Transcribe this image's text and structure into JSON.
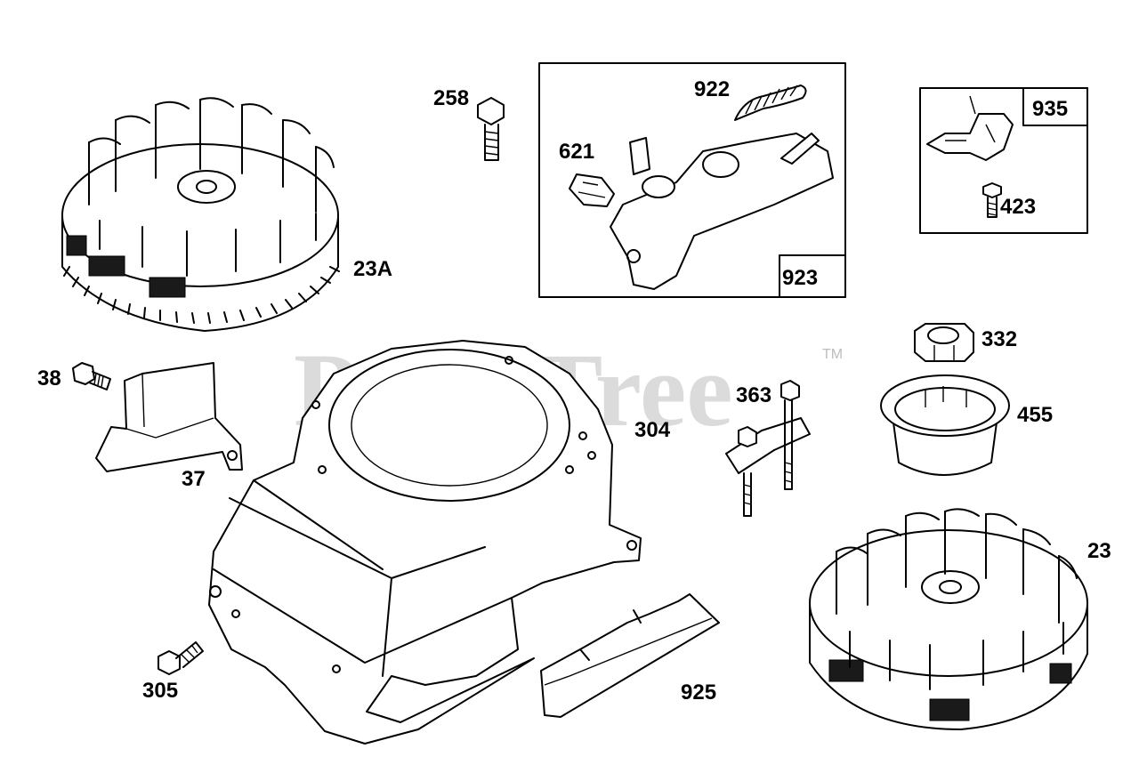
{
  "watermark": {
    "brand": "PartsTree",
    "trademark": "TM"
  },
  "parts": {
    "p23A": "23A",
    "p258": "258",
    "p922": "922",
    "p621": "621",
    "p923": "923",
    "p935": "935",
    "p423": "423",
    "p38": "38",
    "p37": "37",
    "p304": "304",
    "p363": "363",
    "p332": "332",
    "p455": "455",
    "p23": "23",
    "p305": "305",
    "p925": "925"
  }
}
